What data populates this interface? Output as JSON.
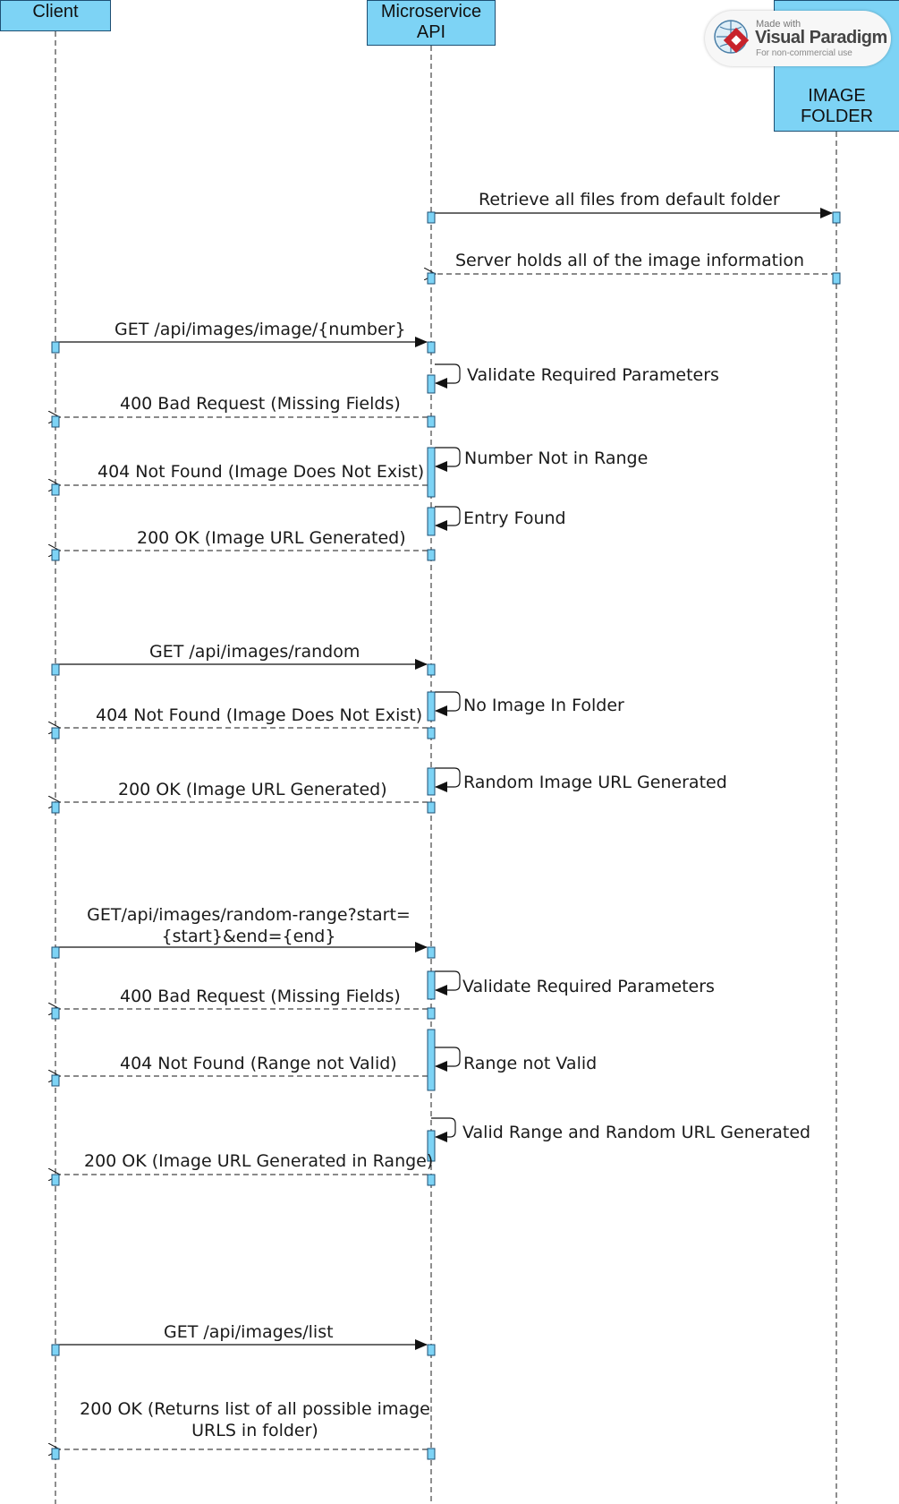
{
  "lifelines": {
    "client": "Client",
    "api": "Microservice\nAPI",
    "folder": "IMAGE\nFOLDER"
  },
  "watermark": {
    "made_with": "Made with",
    "brand": "Visual Paradigm",
    "sub": "For non-commercial use"
  },
  "messages": [
    "Retrieve all files from default folder",
    "Server holds all of the image information",
    "GET /api/images/image/{number}",
    "Validate Required Parameters",
    "400 Bad Request (Missing Fields)",
    "Number Not in Range",
    "404 Not Found (Image Does Not Exist)",
    "Entry Found",
    "200 OK (Image URL Generated)",
    "GET /api/images/random",
    "No Image In Folder",
    "404 Not Found (Image Does Not Exist)",
    "Random Image URL Generated",
    "200 OK (Image URL Generated)",
    "GET/api/images/random-range?start=\n{start}&end={end}",
    "Validate Required Parameters",
    "400 Bad Request (Missing Fields)",
    "Range not Valid",
    "404 Not Found (Range not Valid)",
    "Valid Range and Random URL Generated",
    "200 OK (Image URL Generated in Range)",
    "GET /api/images/list",
    "200 OK (Returns list of all possible image\nURLS in folder)"
  ],
  "colors": {
    "lifeline_fill": "#7dd3f5",
    "activation_fill": "#7dd3f5",
    "line": "#111111"
  }
}
